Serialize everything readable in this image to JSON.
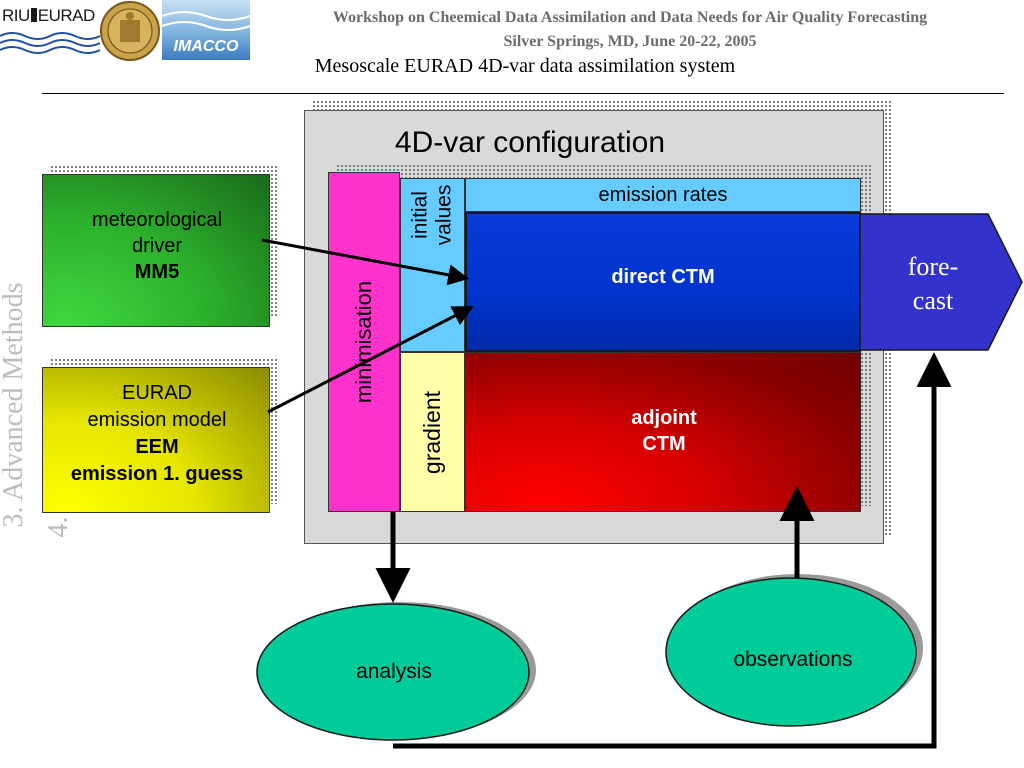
{
  "header": {
    "logo_riu_text": "RIU",
    "logo_eurad_text": "EURAD",
    "logo_imacco_text": "IMACCO",
    "workshop_title": "Workshop on Cheemical Data Assimilation and Data Needs for Air Quality Forecasting",
    "workshop_location": "Silver Springs, MD, June 20-22, 2005",
    "slide_title": "Mesoscale EURAD 4D-var data assimilation system"
  },
  "side_section": {
    "main": "3. Advanced Methods",
    "sub": "4."
  },
  "diagram": {
    "config_title": "4D-var configuration",
    "meteorological": {
      "line1": "meteorological",
      "line2": "driver",
      "line3": "MM5"
    },
    "emission_model": {
      "line1": "EURAD",
      "line2": "emission model",
      "line3": "EEM",
      "line4": "emission 1. guess"
    },
    "minimisation": "minimisation",
    "initial_values": {
      "line1": "initial",
      "line2": "values"
    },
    "gradient": "gradient",
    "emission_rates": "emission rates",
    "direct_ctm": "direct CTM",
    "adjoint_ctm": {
      "line1": "adjoint",
      "line2": "CTM"
    },
    "forecast": {
      "line1": "fore-",
      "line2": "cast"
    },
    "analysis": "analysis",
    "observations": "observations"
  },
  "colors": {
    "met_green": "#2fbf30",
    "eem_yellow": "#f0f000",
    "minimisation_magenta": "#ff33cc",
    "initial_blue": "#66ccff",
    "gradient_yellow": "#ffffaa",
    "direct_blue": "#0033cc",
    "adjoint_red": "#ee0000",
    "forecast_blue": "#3333cc",
    "ellipse_teal": "#00cc99"
  }
}
